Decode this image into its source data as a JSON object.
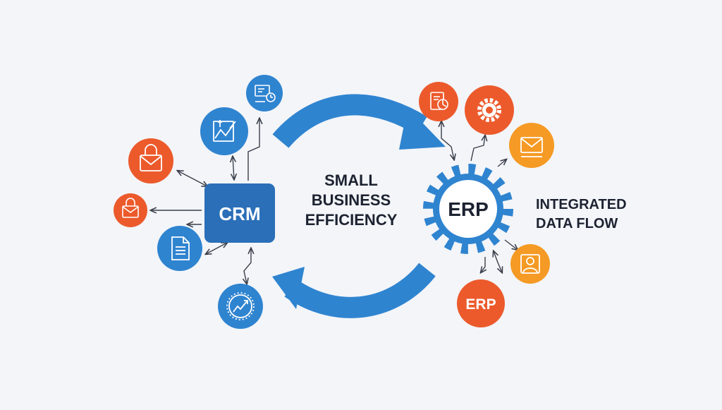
{
  "colors": {
    "background": "#f3f5f9",
    "blue": "#2f84d0",
    "blue_dark": "#2a6fb8",
    "orange": "#f0792f",
    "red_orange": "#ec5a2c",
    "amber": "#f59a24",
    "text_dark": "#1c2230",
    "arrow_line": "#3a3f4a"
  },
  "diagram": {
    "center_label": [
      "SMALL",
      "BUSINESS",
      "EFFICIENCY"
    ],
    "crm": {
      "label": "CRM"
    },
    "erp": {
      "label": "ERP"
    },
    "side_label": [
      "INTEGRATED",
      "DATA FLOW"
    ],
    "erp_badge": "ERP"
  },
  "icons": {
    "crm_nodes": [
      "presentation-clock-icon",
      "chart-pencil-icon",
      "envelope-icon",
      "envelope-icon",
      "document-icon",
      "analytics-icon"
    ],
    "erp_nodes": [
      "clipboard-chart-icon",
      "gear-icon",
      "envelope-icon",
      "user-icon"
    ]
  }
}
